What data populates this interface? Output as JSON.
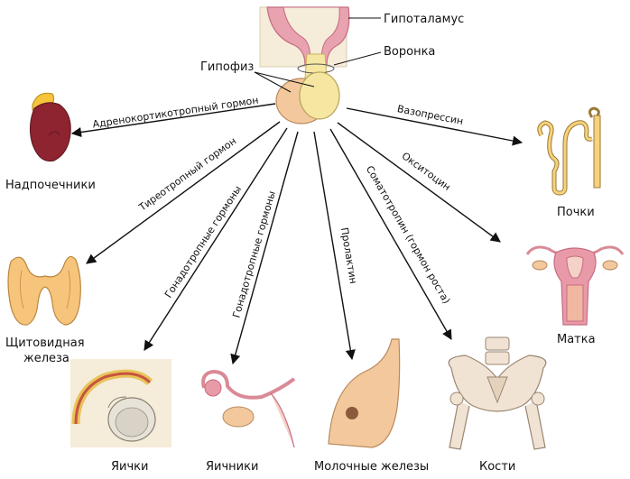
{
  "structures": {
    "hypothalamus": "Гипоталамус",
    "infundibulum": "Воронка",
    "pituitary": "Гипофиз"
  },
  "hormones": {
    "acth": "Адренокортикотропный гормон",
    "tsh": "Тиреотропный гормон",
    "gonadotropins_testes": "Гонадотропные гормоны",
    "gonadotropins_ovaries": "Гонадотропные гормоны",
    "prolactin": "Пролактин",
    "somatotropin": "Соматотропин (гормон роста)",
    "oxytocin": "Окситоцин",
    "vasopressin": "Вазопрессин"
  },
  "targets": {
    "adrenal": "Надпочечники",
    "thyroid_line1": "Щитовидная",
    "thyroid_line2": "железа",
    "testes": "Яички",
    "ovaries": "Яичники",
    "mammary": "Молочные железы",
    "bones": "Кости",
    "uterus": "Матка",
    "kidneys": "Почки"
  }
}
